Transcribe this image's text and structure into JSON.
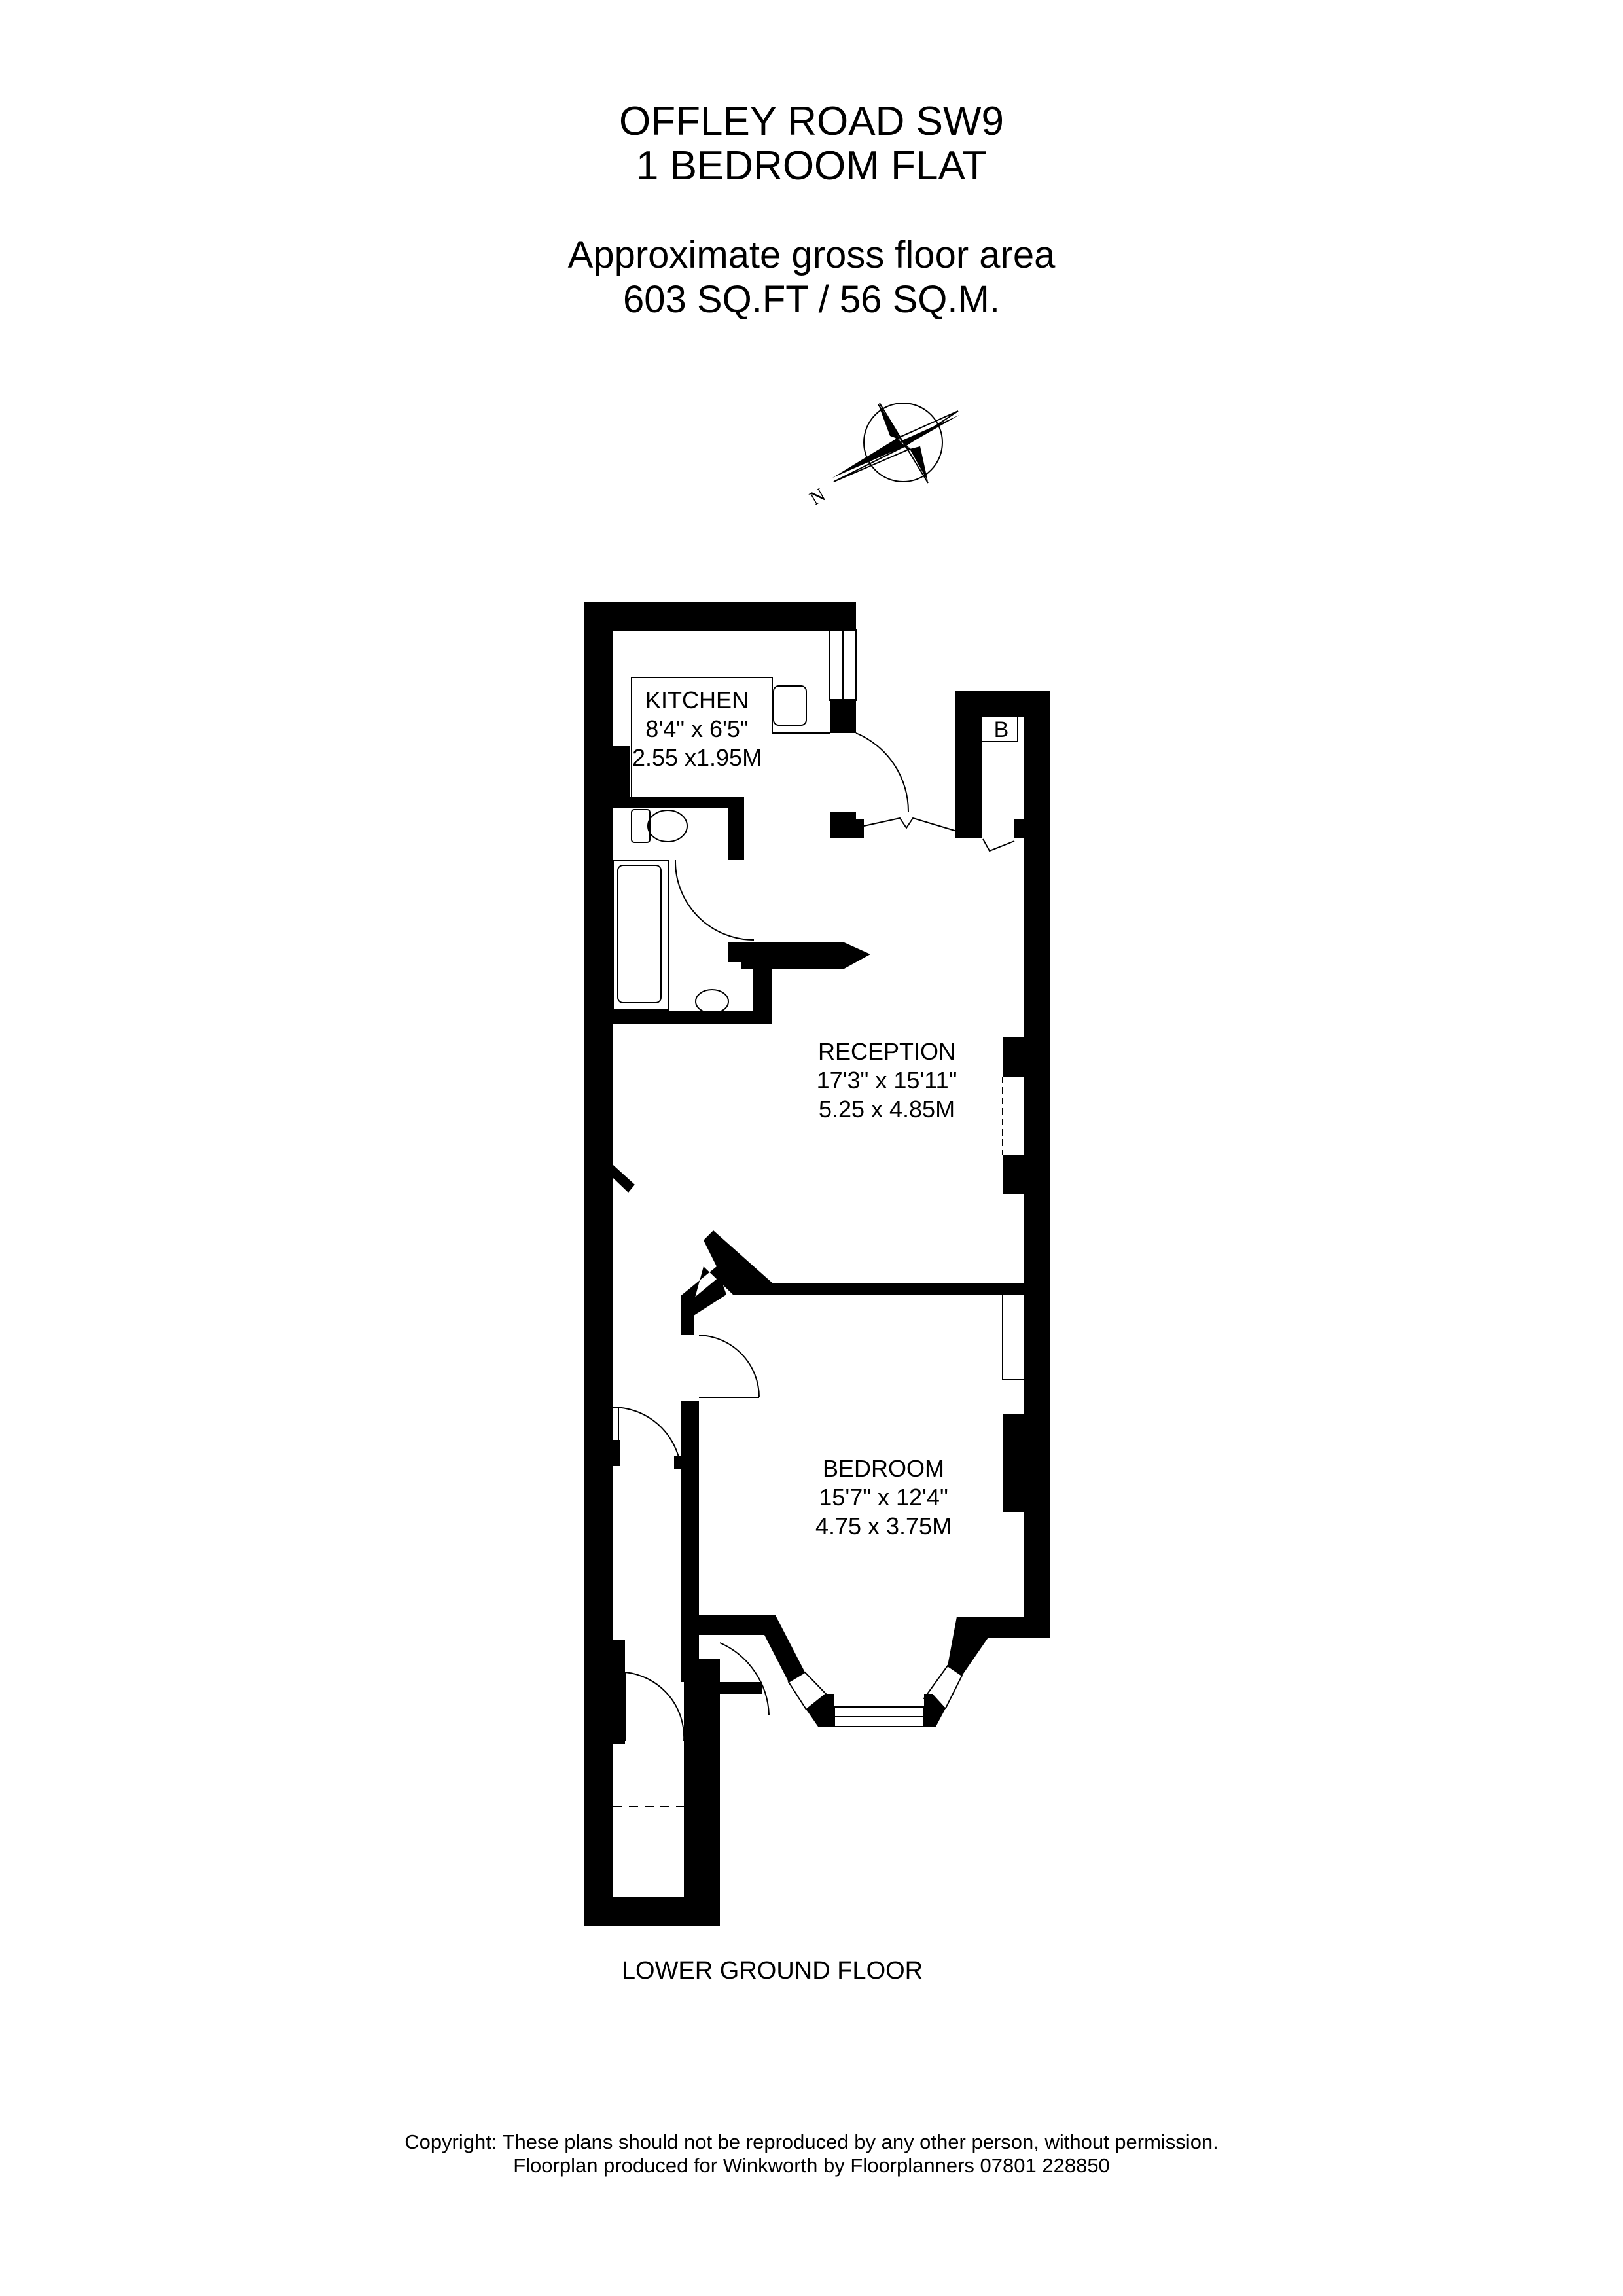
{
  "header": {
    "address": "OFFLEY ROAD SW9",
    "property_type": "1 BEDROOM FLAT",
    "area_label": "Approximate gross floor area",
    "area_value": "603 SQ.FT / 56 SQ.M."
  },
  "compass": {
    "north_label": "N",
    "icon": "compass-rose-icon"
  },
  "rooms": [
    {
      "name": "KITCHEN",
      "imperial": "8'4\" x 6'5\"",
      "metric": "2.55 x1.95M"
    },
    {
      "name": "RECEPTION",
      "imperial": "17'3\" x 15'11\"",
      "metric": "5.25 x 4.85M"
    },
    {
      "name": "BEDROOM",
      "imperial": "15'7\" x 12'4\"",
      "metric": "4.75 x 3.75M"
    }
  ],
  "fixtures": {
    "boiler_label": "B"
  },
  "floor_label": "LOWER GROUND FLOOR",
  "footer": {
    "copyright": "Copyright: These plans should not be reproduced by any other person, without permission.",
    "credit": "Floorplan produced for Winkworth by Floorplanners 07801 228850"
  },
  "colors": {
    "wall": "#000000",
    "background": "#ffffff"
  }
}
